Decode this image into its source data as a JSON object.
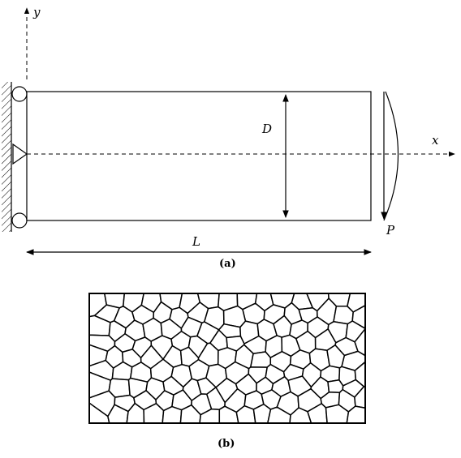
{
  "part_a": {
    "axis_y": "y",
    "axis_x": "x",
    "depth_label": "D",
    "length_label": "L",
    "load_label": "P",
    "caption": "(a)"
  },
  "part_b": {
    "caption": "(b)",
    "mesh": {
      "cols": 15,
      "rows": 9
    }
  }
}
